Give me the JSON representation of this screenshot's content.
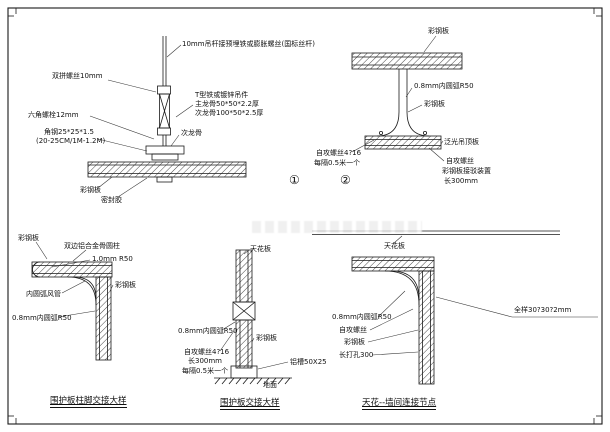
{
  "sheet": {
    "background": "#ffffff",
    "line_color": "#1a1a1a"
  },
  "d1": {
    "labels": {
      "rod": "10mm吊杆接预埋铁或膨胀螺丝(国标丝杆)",
      "pair_screw": "双拼螺丝10mm",
      "hex_bolt": "六角螺栓12mm",
      "t_hanger_1": "T型铁或镀锌吊件",
      "t_hanger_2": "主龙骨50*50*2.2厚",
      "t_hanger_3": "次龙骨100*50*2.5厚",
      "angle_1": "角钢25*25*1.5",
      "angle_2": "(20-25CM/1M-1.2M)",
      "sub_keel": "次龙骨",
      "panel": "彩钢板",
      "sealant": "密封胶",
      "num": "①"
    }
  },
  "d2": {
    "labels": {
      "top_panel": "彩钢板",
      "arc": "0.8mm内圆弧R50",
      "web_panel": "彩钢板",
      "bottom_panel": "泛光吊顶板",
      "screw_spec": "自攻螺丝4?16",
      "interval": "每隔0.5米一个",
      "screw": "自攻螺丝",
      "joint_device": "彩钢板接驳装置",
      "length": "长300mm",
      "num": "②"
    }
  },
  "d3": {
    "labels": {
      "panel_top": "彩钢板",
      "alu_column": "双边铝合金骨圆柱",
      "r50": "1.0mm  R50",
      "panel_right": "彩钢板",
      "inner_arc": "内圆弧风管",
      "arc08": "0.8mm内圆弧R50"
    },
    "caption": "围护板柱脚交接大样"
  },
  "d4": {
    "labels": {
      "ceiling": "天花板",
      "arc08": "0.8mm内圆弧R50",
      "screw_spec": "自攻螺丝4?16",
      "length": "长300mm",
      "interval": "每隔0.5米一个",
      "panel": "彩钢板",
      "ground": "地面",
      "channel": "铝槽50X25"
    },
    "caption": "围护板交接大样"
  },
  "d5": {
    "labels": {
      "ceiling": "天花板",
      "arc08": "0.8mm内圆弧R50",
      "screw": "自攻螺丝",
      "panel": "彩钢板",
      "holes": "长打孔300",
      "corner": "全样30?30?2mm"
    },
    "caption": "天花--墙间连接节点"
  }
}
